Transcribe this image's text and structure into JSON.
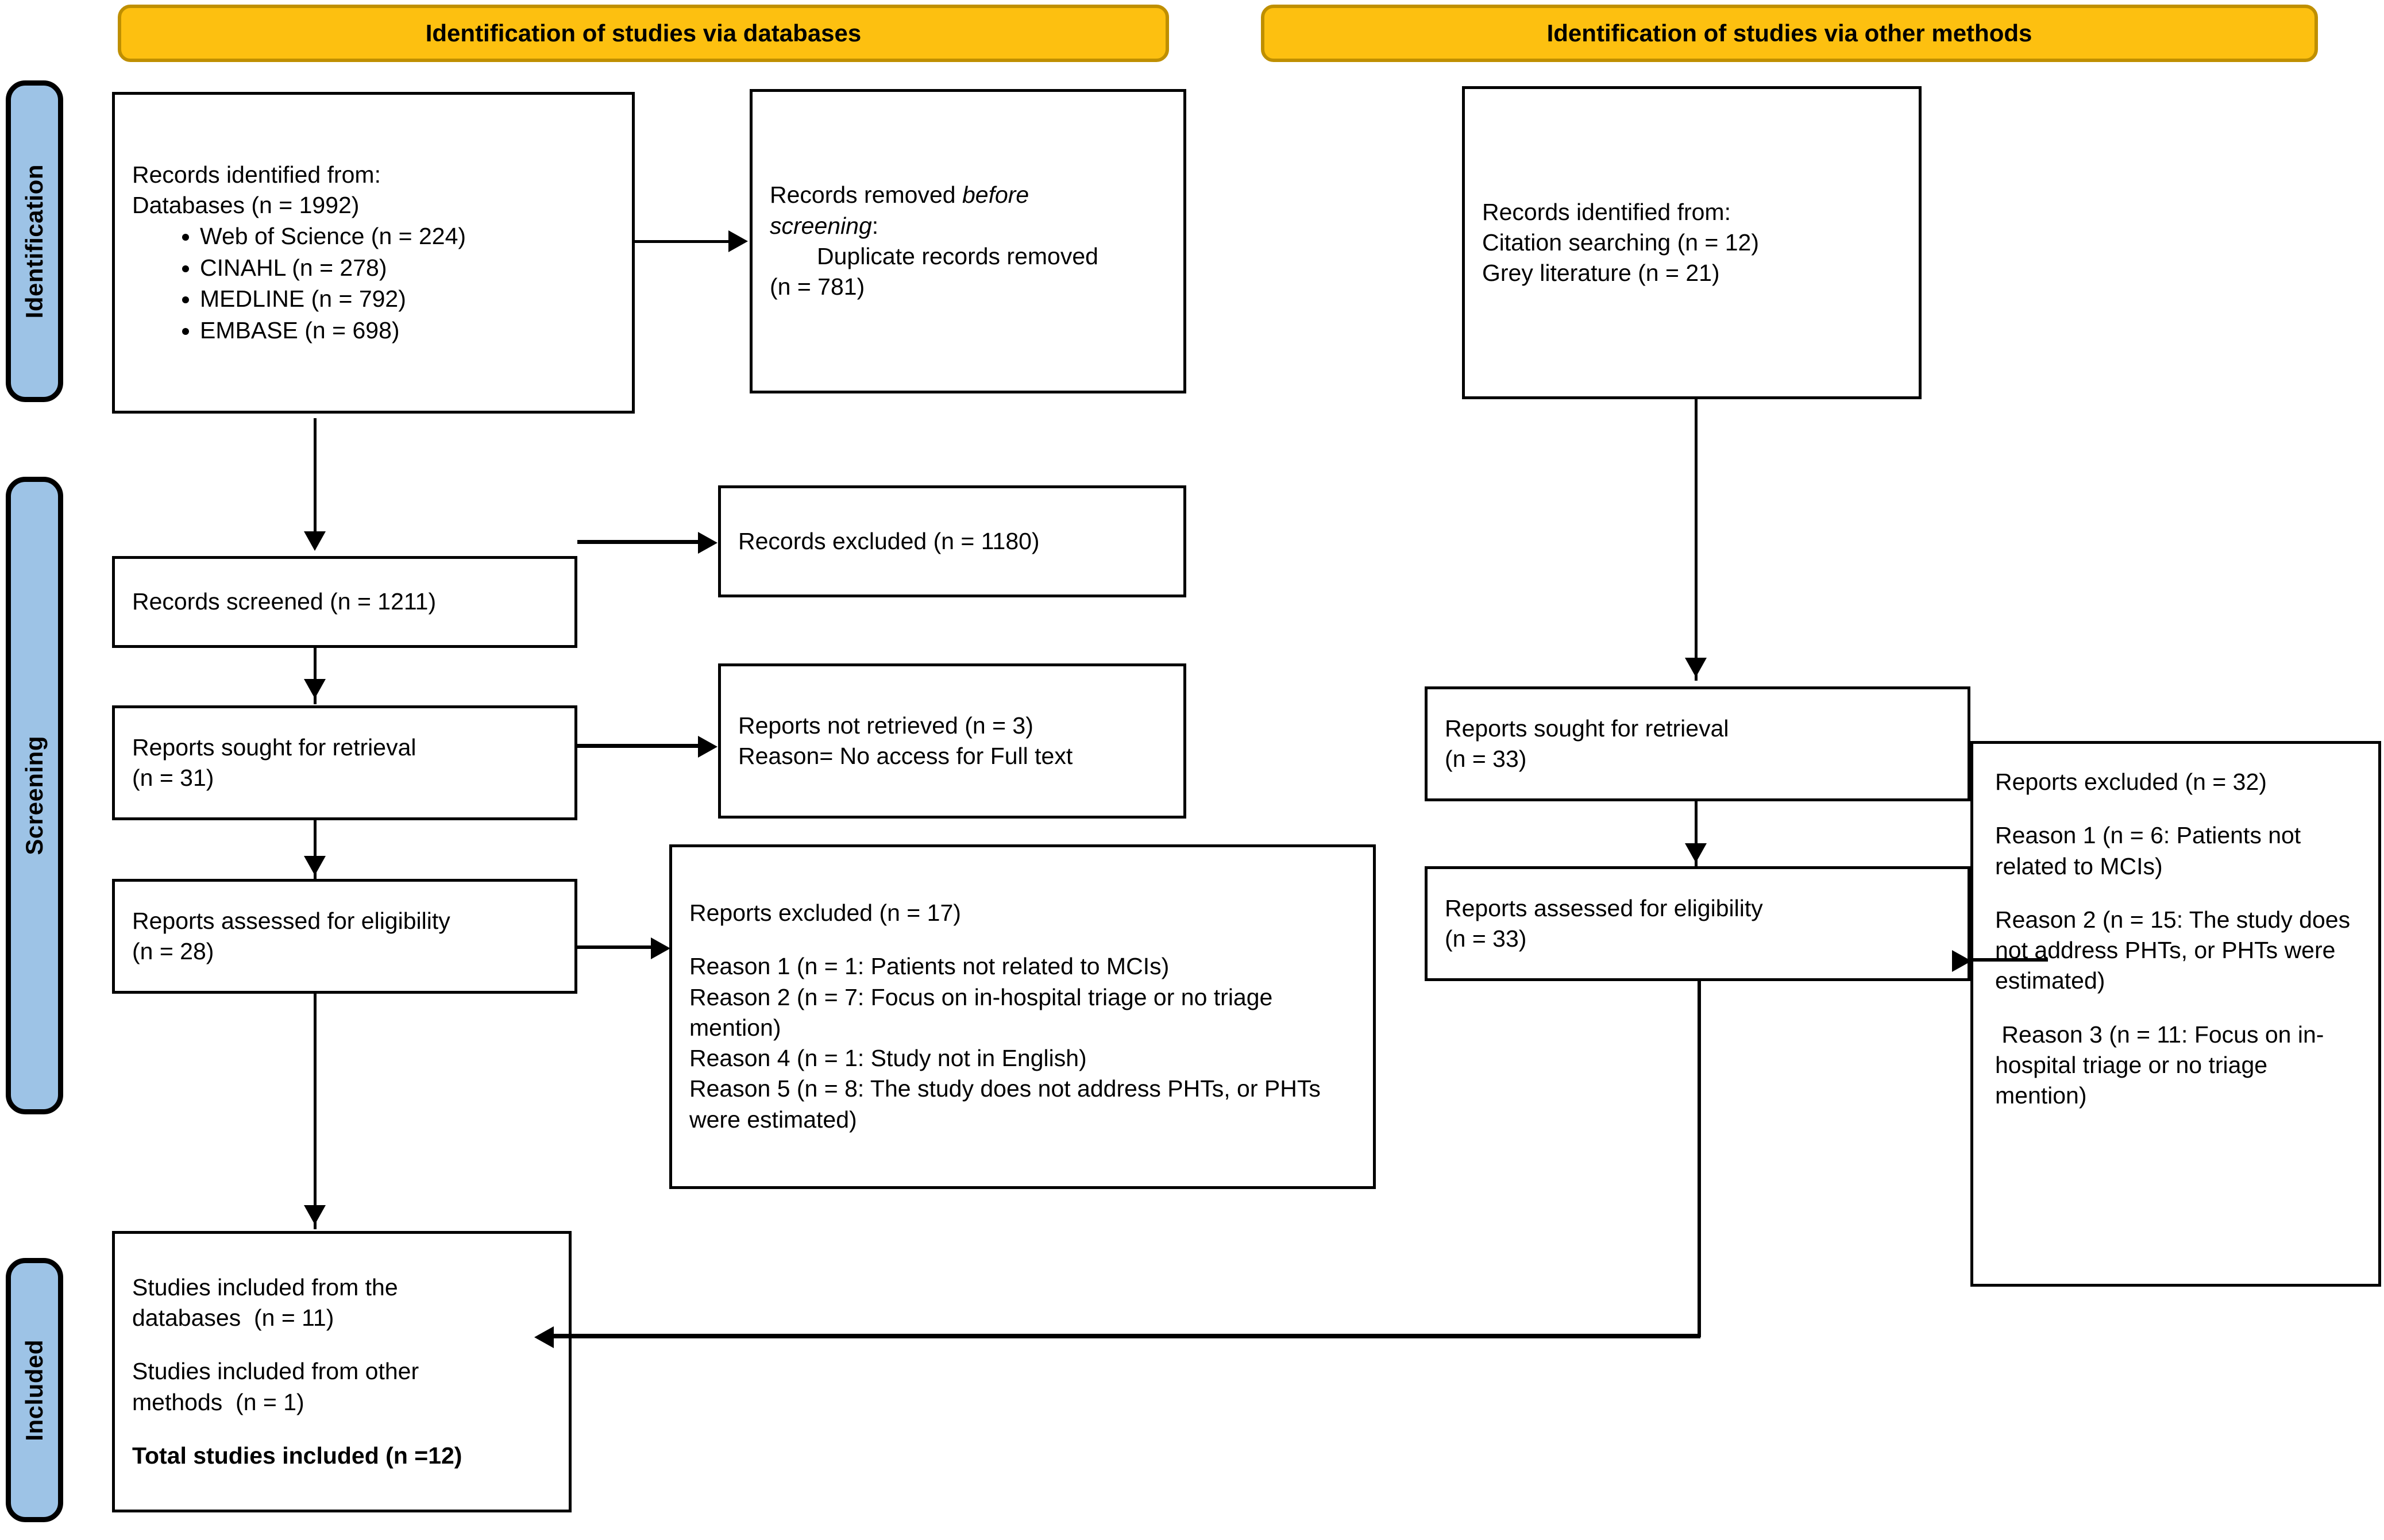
{
  "phases": [
    {
      "label": "Identification"
    },
    {
      "label": "Screening"
    },
    {
      "label": "Included"
    }
  ],
  "banners": {
    "databases": "Identification of studies via databases",
    "other": "Identification of studies via other methods"
  },
  "databases_column": {
    "identified": {
      "line1": "Records identified from:",
      "line2": "Databases (n = 1992)",
      "bullets": [
        "Web of Science (n = 224)",
        "CINAHL (n = 278)",
        "MEDLINE (n = 792)",
        "EMBASE (n = 698)"
      ]
    },
    "removed": {
      "lead": "Records removed ",
      "italic1": "before",
      "italic2": "screening",
      "colon": ":",
      "detail": "Duplicate records removed",
      "count": "(n = 781)"
    },
    "screened": "Records screened (n = 1211)",
    "records_excluded": "Records excluded (n = 1180)",
    "sought": {
      "line1": "Reports sought for retrieval",
      "line2": "(n = 31)"
    },
    "not_retrieved": {
      "line1": "Reports not retrieved (n = 3)",
      "line2": "Reason= No access for Full text"
    },
    "assessed": {
      "line1": "Reports assessed for eligibility",
      "line2": "(n = 28)"
    },
    "reports_excluded": {
      "heading": "Reports excluded (n = 17)",
      "reasons": [
        "Reason 1 (n = 1: Patients not related to MCIs)",
        "Reason 2 (n = 7: Focus on in-hospital triage or no triage mention)",
        "Reason 4 (n = 1: Study not in English)",
        "Reason 5 (n = 8: The study does not address PHTs, or PHTs were estimated)"
      ]
    }
  },
  "other_column": {
    "identified": {
      "line1": "Records identified from:",
      "line2": "Citation searching (n = 12)",
      "line3": "Grey literature (n = 21)"
    },
    "sought": {
      "line1": "Reports sought for retrieval",
      "line2": "(n = 33)"
    },
    "assessed": {
      "line1": "Reports assessed for eligibility",
      "line2": "(n = 33)"
    },
    "reports_excluded": {
      "heading": "Reports excluded (n = 32)",
      "reasons": [
        "Reason 1 (n = 6: Patients not related to MCIs)",
        "Reason 2 (n = 15: The study does not address PHTs, or PHTs were estimated)",
        " Reason 3 (n = 11: Focus on in-hospital triage or no triage mention)"
      ]
    }
  },
  "included_box": {
    "line1": "Studies included from the",
    "line2": "databases  (n = 11)",
    "line3": "Studies included from other",
    "line4": "methods  (n = 1)",
    "total": "Total studies included (n =12)"
  },
  "colors": {
    "phase_fill": "#9DC3E6",
    "banner_fill": "#FDC010",
    "banner_border": "#BF8F00",
    "line": "#000000"
  }
}
